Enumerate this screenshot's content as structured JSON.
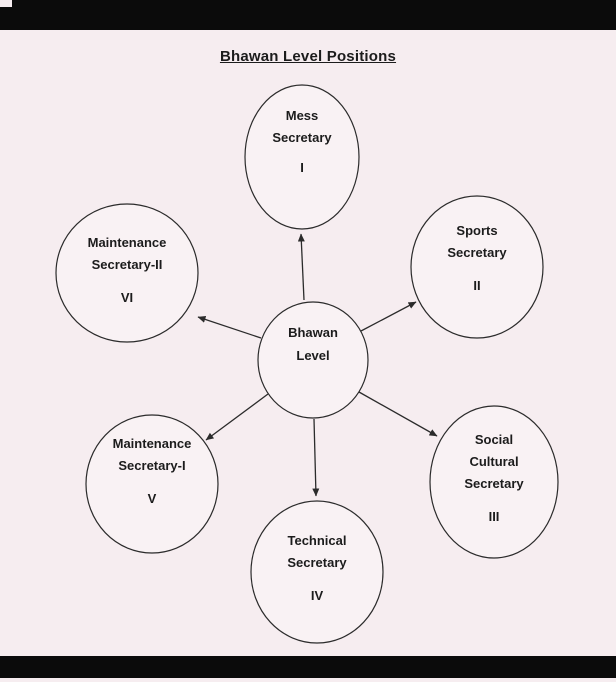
{
  "title": "Bhawan Level Positions",
  "center_node": {
    "line1": "Bhawan",
    "line2": "Level"
  },
  "nodes": {
    "mess": {
      "line1": "Mess",
      "line2": "Secretary",
      "numeral": "I"
    },
    "sports": {
      "line1": "Sports",
      "line2": "Secretary",
      "numeral": "II"
    },
    "maintenance2": {
      "line1": "Maintenance",
      "line2": "Secretary-II",
      "numeral": "VI"
    },
    "social": {
      "line1": "Social",
      "line2": "Cultural",
      "line3": "Secretary",
      "numeral": "III"
    },
    "technical": {
      "line1": "Technical",
      "line2": "Secretary",
      "numeral": "IV"
    },
    "maintenance1": {
      "line1": "Maintenance",
      "line2": "Secretary-I",
      "numeral": "V"
    }
  },
  "colors": {
    "paper": "#f6edf0",
    "ink": "#1c1c1c",
    "stroke": "#2b2b2b",
    "scan_bar": "#0b0b0b"
  }
}
